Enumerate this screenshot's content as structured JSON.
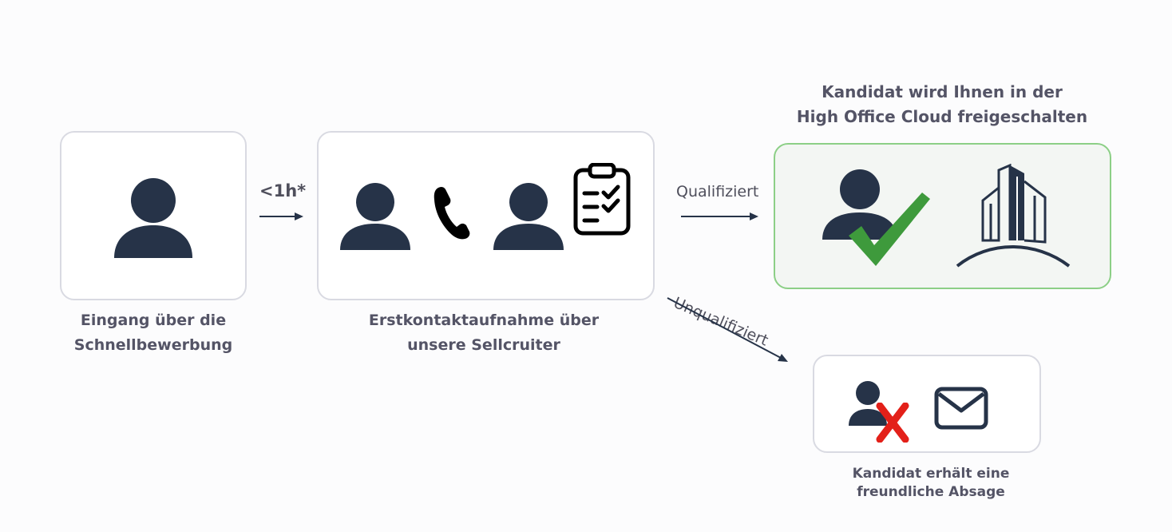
{
  "steps": {
    "intake": {
      "caption_line1": "Eingang über die",
      "caption_line2": "Schnellbewerbung"
    },
    "contact": {
      "caption_line1": "Erstkontaktaufnahme über",
      "caption_line2": "unsere Sellcruiter"
    },
    "qualified": {
      "title_line1": "Kandidat wird Ihnen in der",
      "title_line2": "High Office Cloud freigeschalten"
    },
    "rejected": {
      "caption_line1": "Kandidat erhält eine",
      "caption_line2": "freundliche Absage"
    }
  },
  "transitions": {
    "time": "<1h*",
    "qualified": "Qualifiziert",
    "unqualified": "Unqualifiziert"
  },
  "icons": {
    "intake": [
      "person-icon"
    ],
    "contact": [
      "person-icon",
      "phone-icon",
      "person-icon",
      "clipboard-checklist-icon"
    ],
    "qualified": [
      "person-icon",
      "checkmark-icon",
      "building-icon"
    ],
    "rejected": [
      "person-icon",
      "x-mark-icon",
      "envelope-icon"
    ]
  },
  "colors": {
    "icon": "#263348",
    "accent_green": "#3e9a3c",
    "reject_red": "#e32019",
    "qualified_border": "#8ccf86",
    "qualified_bg": "#f3f6f3"
  }
}
